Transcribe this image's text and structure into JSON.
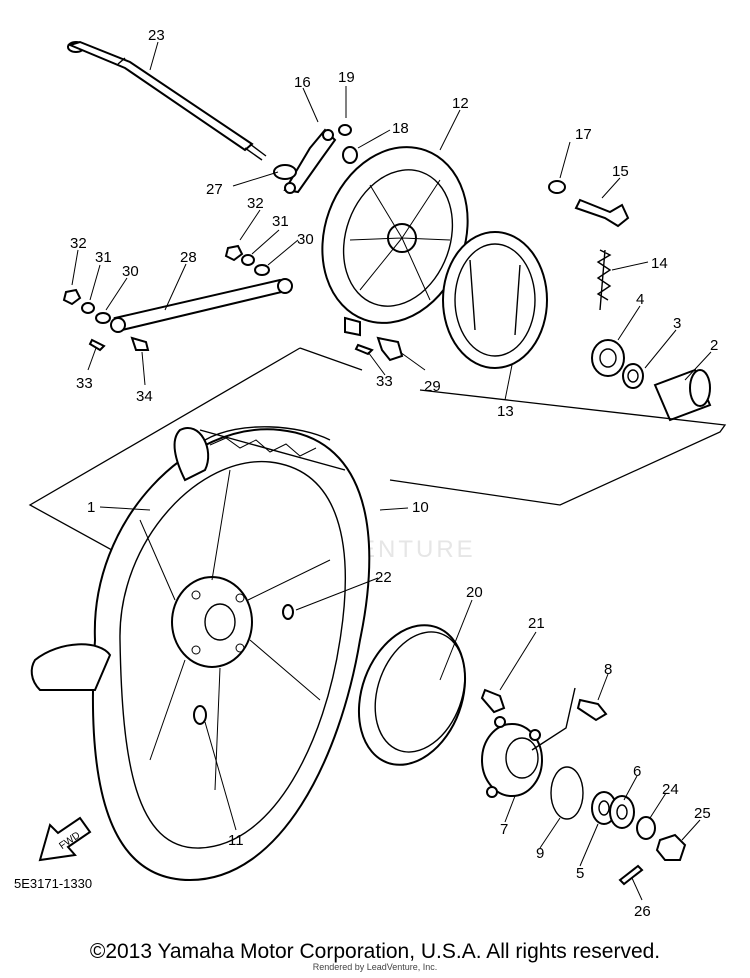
{
  "diagram": {
    "part_code": "5E3171-1330",
    "fwd_label": "FWD",
    "watermark": "VENTURE",
    "copyright": "©2013 Yamaha Motor Corporation, U.S.A. All rights reserved.",
    "rendered_by": "Rendered by LeadVenture, Inc.",
    "callouts": {
      "c1": "1",
      "c2": "2",
      "c3": "3",
      "c4": "4",
      "c5": "5",
      "c6": "6",
      "c7": "7",
      "c8": "8",
      "c9": "9",
      "c10": "10",
      "c11": "11",
      "c12": "12",
      "c13": "13",
      "c14": "14",
      "c15": "15",
      "c16": "16",
      "c17": "17",
      "c18": "18",
      "c19": "19",
      "c20": "20",
      "c21": "21",
      "c22": "22",
      "c23": "23",
      "c24": "24",
      "c25": "25",
      "c26": "26",
      "c27": "27",
      "c28": "28",
      "c29": "29",
      "c30a": "30",
      "c30b": "30",
      "c31a": "31",
      "c31b": "31",
      "c32a": "32",
      "c32b": "32",
      "c33a": "33",
      "c33b": "33",
      "c34": "34"
    }
  }
}
